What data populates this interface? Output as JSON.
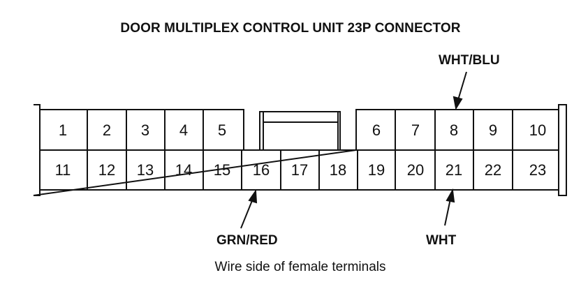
{
  "title": "DOOR MULTIPLEX CONTROL UNIT 23P CONNECTOR",
  "caption": "Wire side of female terminals",
  "pins": {
    "top": [
      "1",
      "2",
      "3",
      "4",
      "5",
      "6",
      "7",
      "8",
      "9",
      "10"
    ],
    "bottom": [
      "11",
      "12",
      "13",
      "14",
      "15",
      "16",
      "17",
      "18",
      "19",
      "20",
      "21",
      "22",
      "23"
    ]
  },
  "wire_labels": {
    "pin8": "WHT/BLU",
    "pin16": "GRN/RED",
    "pin21": "WHT"
  }
}
